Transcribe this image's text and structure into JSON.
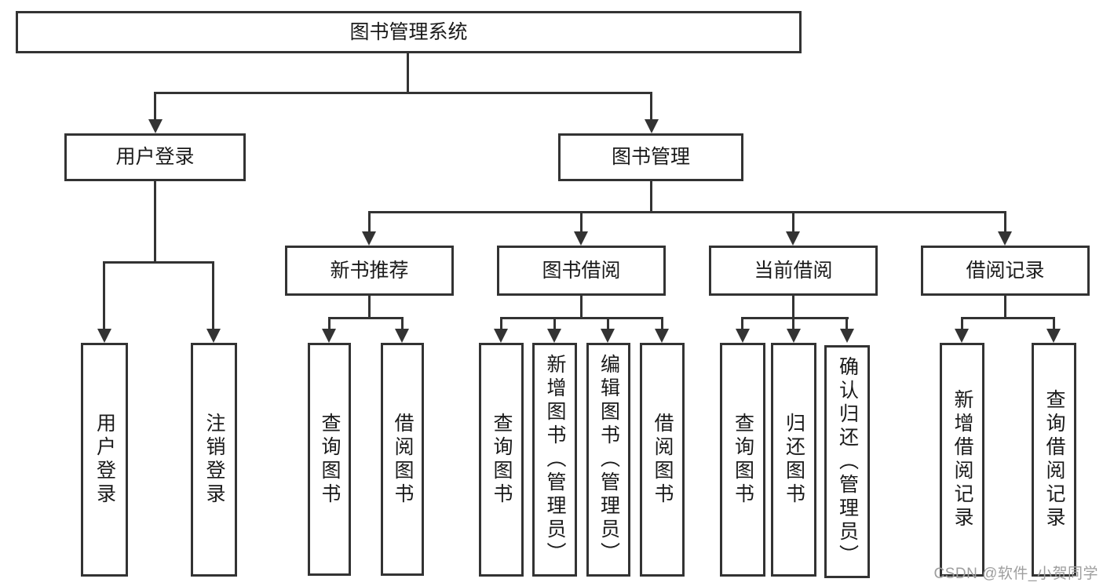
{
  "colors": {
    "line": "#333333",
    "text": "#1a1a1a",
    "background": "#ffffff",
    "watermark": "#9e9e9e"
  },
  "watermark": "CSDN @软件_小贺同学",
  "nodes": {
    "root": "图书管理系统",
    "userLogin": "用户登录",
    "bookMgmt": "图书管理",
    "newBookRecommend": "新书推荐",
    "bookBorrow": "图书借阅",
    "currentBorrow": "当前借阅",
    "borrowRecords": "借阅记录",
    "leafUserLogin": "用户登录",
    "leafLogout": "注销登录",
    "leafQueryBooks1": "查询图书",
    "leafBorrowBooks1": "借阅图书",
    "leafQueryBooks2": "查询图书",
    "leafAddBooksAdmin": "新增图书（管理员）",
    "leafEditBooksAdmin": "编辑图书（管理员）",
    "leafBorrowBooks2": "借阅图书",
    "leafQueryBooks3": "查询图书",
    "leafReturnBooks": "归还图书",
    "leafConfirmReturnAdmin": "确认归还（管理员）",
    "leafAddBorrowRecord": "新增借阅记录",
    "leafQueryBorrowRecord": "查询借阅记录"
  },
  "tree": {
    "root": "图书管理系统",
    "children": [
      {
        "label": "用户登录",
        "children": [
          "用户登录",
          "注销登录"
        ]
      },
      {
        "label": "图书管理",
        "children": [
          {
            "label": "新书推荐",
            "children": [
              "查询图书",
              "借阅图书"
            ]
          },
          {
            "label": "图书借阅",
            "children": [
              "查询图书",
              "新增图书（管理员）",
              "编辑图书（管理员）",
              "借阅图书"
            ]
          },
          {
            "label": "当前借阅",
            "children": [
              "查询图书",
              "归还图书",
              "确认归还（管理员）"
            ]
          },
          {
            "label": "借阅记录",
            "children": [
              "新增借阅记录",
              "查询借阅记录"
            ]
          }
        ]
      }
    ]
  }
}
